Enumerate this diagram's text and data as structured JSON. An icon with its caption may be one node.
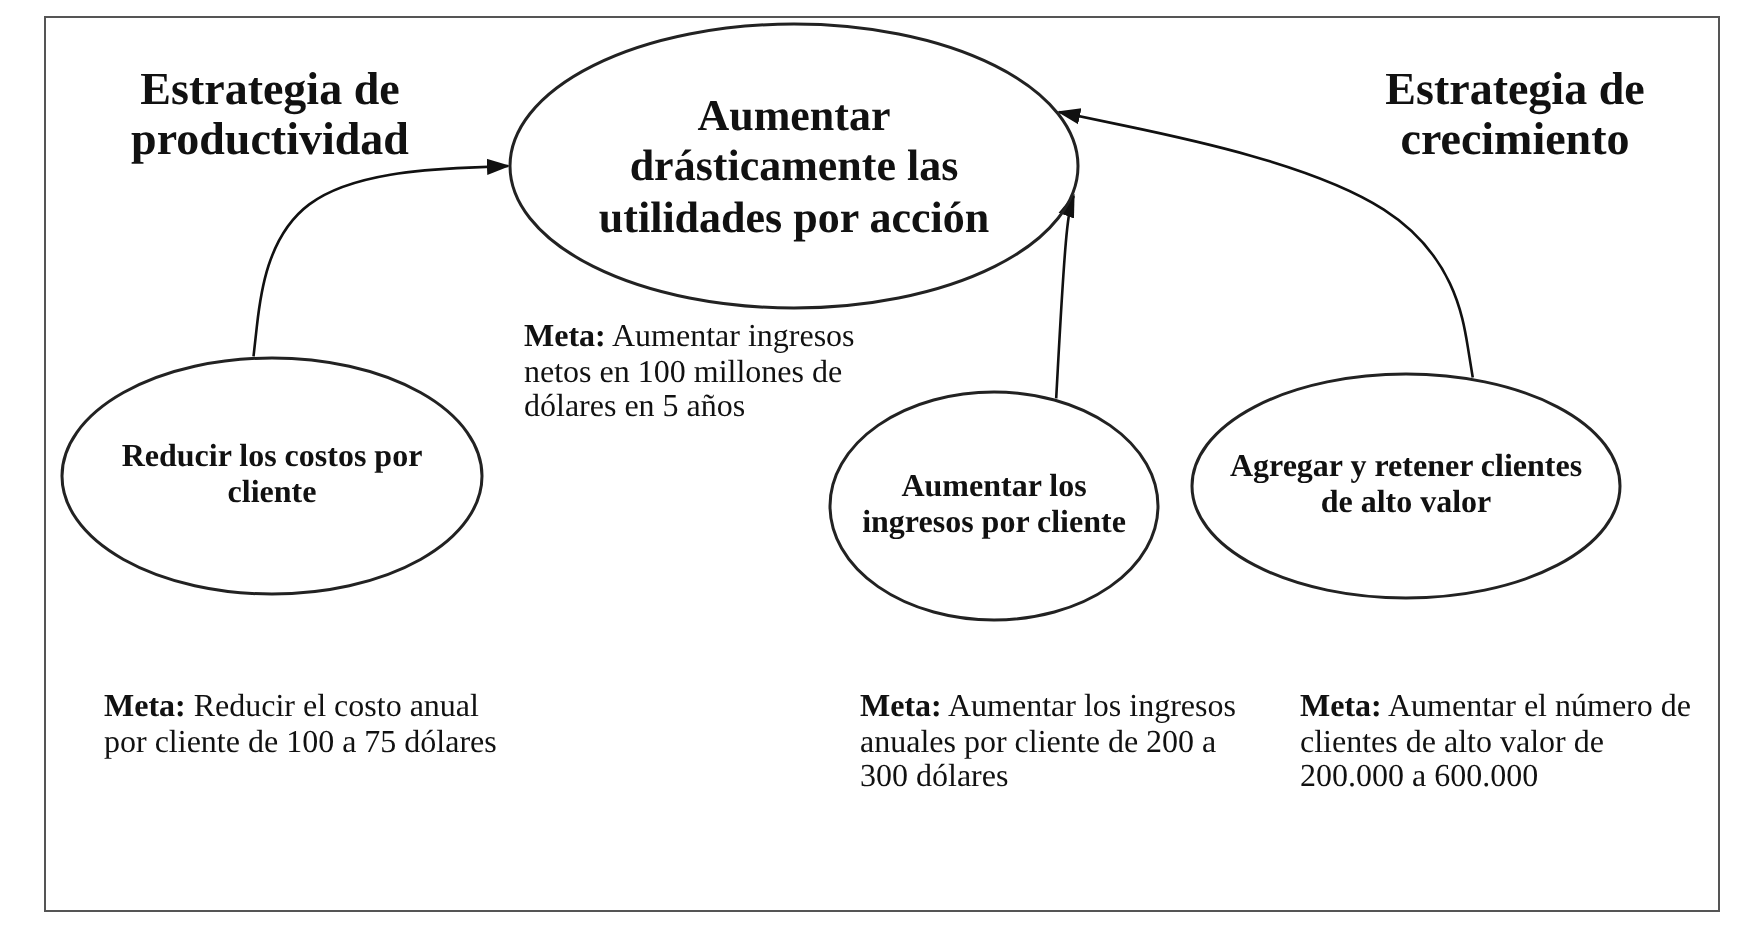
{
  "diagram": {
    "nodes": [
      {
        "text": [
          "Aumentar drásticamente las utilidades por acción"
        ],
        "beside": [
          "**Meta:** Aumentar ingresos netos en 100 millones de dólares en 5 años"
        ]
      },
      {
        "text": [
          "Reducir los costos por cliente"
        ],
        "beside": [
          "**Meta:** Reducir el costo anual por cliente de 100 a 75 dólares"
        ]
      },
      {
        "text": [
          "Aumentar los ingresos por cliente"
        ],
        "beside": [
          "**Meta:** Aumentar los ingresos anuales por cliente de 200 a 300 dólares"
        ]
      },
      {
        "text": [
          "Agregar y retener clientes de alto valor"
        ],
        "beside": [
          "**Meta:** Aumentar el número de clientes de alto valor de 200.000 a 600.000"
        ]
      }
    ],
    "edges": [
      {
        "from": 1,
        "to": 0,
        "arrow": "to"
      },
      {
        "from": 2,
        "to": 0,
        "arrow": "to"
      },
      {
        "from": 3,
        "to": 0,
        "arrow": "to"
      }
    ],
    "labels": [
      "Estrategia de productividad",
      "Estrategia de crecimiento"
    ]
  }
}
